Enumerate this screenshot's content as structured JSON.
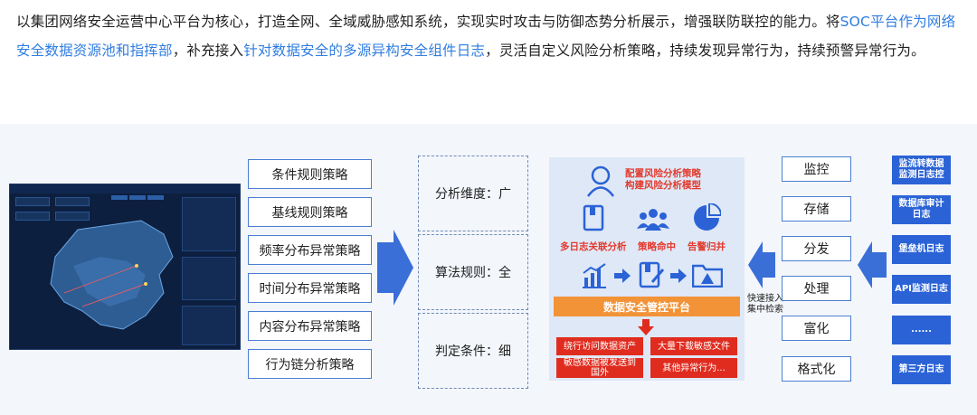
{
  "intro": {
    "part1": "以集团网络安全运营中心平台为核心，打造全网、全域威胁感知系统，实现实时攻击与防御态势分析展示，增强联防联控的能力。将",
    "highlight1": "SOC平台作为网络安全数据资源池和指挥部",
    "part2": "，补充接入",
    "highlight2": "针对数据安全的多源异构安全组件日志",
    "part3": "，灵活自定义风险分析策略，持续发现异常行为，持续预警异常行为。"
  },
  "strategies": [
    "条件规则策略",
    "基线规则策略",
    "频率分布异常策略",
    "时间分布异常策略",
    "内容分布异常策略",
    "行为链分析策略"
  ],
  "dimensions": [
    "分析维度：广",
    "算法规则：全",
    "判定条件：细"
  ],
  "platform": {
    "config_label": "配置风险分析策略\n构建风险分析模型",
    "icon_labels": [
      "多日志关联分析",
      "策略命中",
      "告警归并"
    ],
    "bar_label": "数据安全管控平台",
    "alerts": [
      "绕行访问数据资产",
      "大量下载敏感文件",
      "敏感数据被发送到国外",
      "其他异常行为..."
    ]
  },
  "fast_access": "快速接入\n集中检索",
  "functions": [
    "监控",
    "存储",
    "分发",
    "处理",
    "富化",
    "格式化"
  ],
  "sources": [
    "监流转数据监测日志控",
    "数据库审计日志",
    "堡垒机日志",
    "API监测日志",
    "......",
    "第三方日志"
  ],
  "colors": {
    "accent": "#2f7de1",
    "box_border": "#4a7fd0",
    "arrow": "#3a6fd8",
    "platform_orange": "#f29338",
    "alert_red": "#e02c1f",
    "source_blue": "#2b63d6"
  }
}
